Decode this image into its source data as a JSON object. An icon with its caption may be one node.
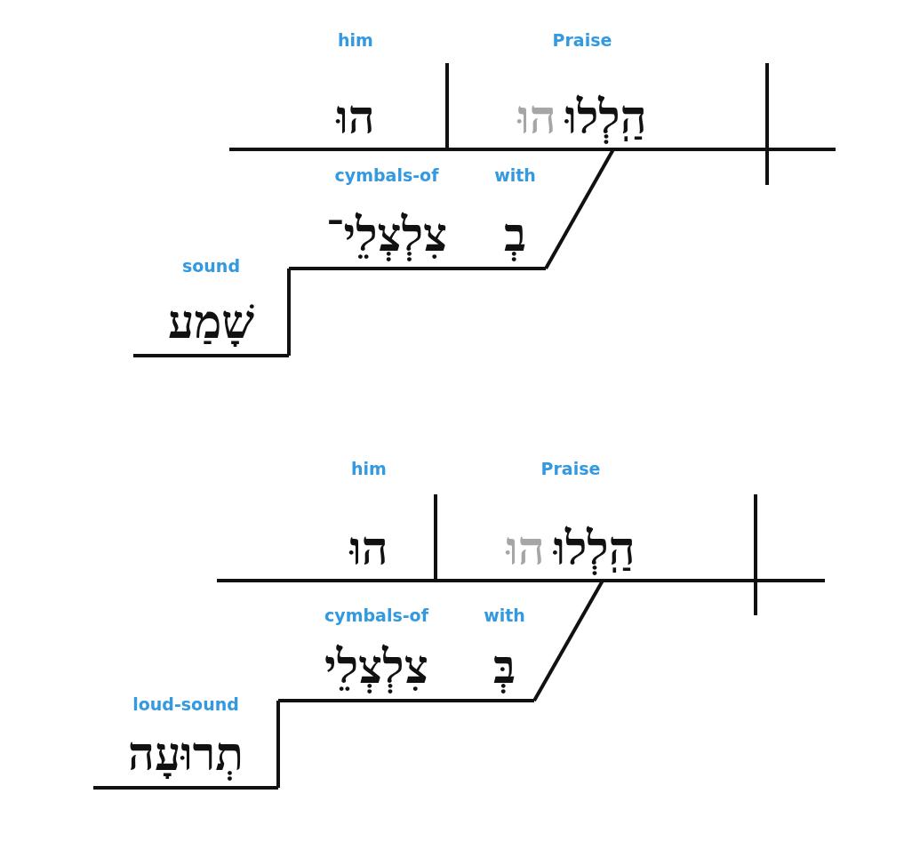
{
  "diagram": {
    "nodes": [
      {
        "text": [
          "Praise",
          "הַֽלְלוּ",
          "הוּ"
        ]
      },
      {
        "text": [
          "him",
          "הוּ"
        ]
      },
      {
        "text": [
          "with",
          "בְ"
        ]
      },
      {
        "text": [
          "cymbals-of",
          "צִלְצְלֵי־"
        ]
      },
      {
        "text": [
          "sound",
          "שָׁמַע"
        ]
      },
      {
        "text": [
          "Praise",
          "הַֽלְלוּ",
          "הוּ"
        ]
      },
      {
        "text": [
          "him",
          "הוּ"
        ]
      },
      {
        "text": [
          "with",
          "בְּ"
        ]
      },
      {
        "text": [
          "cymbals-of",
          "צִלְצְלֵי"
        ]
      },
      {
        "text": [
          "loud-sound",
          "תְרוּעָה"
        ]
      }
    ],
    "edges": [
      {
        "from": 2,
        "to": 0,
        "arrow": "none"
      },
      {
        "from": 4,
        "to": 3,
        "arrow": "none"
      },
      {
        "from": 7,
        "to": 5,
        "arrow": "none"
      },
      {
        "from": 9,
        "to": 8,
        "arrow": "none"
      }
    ]
  }
}
